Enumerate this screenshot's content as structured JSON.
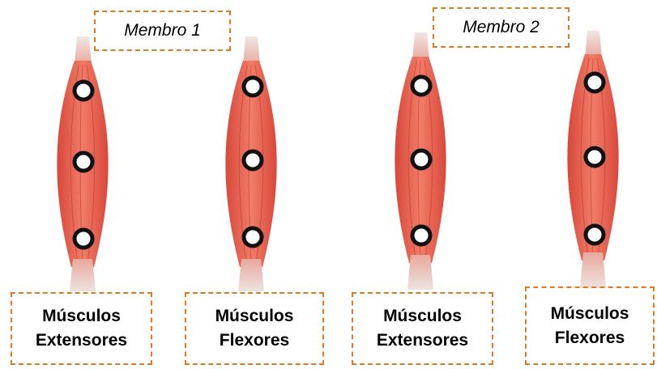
{
  "member_labels": {
    "member1": "Membro 1",
    "member2": "Membro 2"
  },
  "muscles": [
    {
      "line1": "Músculos",
      "line2": "Extensores",
      "electrodes": 3
    },
    {
      "line1": "Músculos",
      "line2": "Flexores",
      "electrodes": 3
    },
    {
      "line1": "Músculos",
      "line2": "Extensores",
      "electrodes": 3
    },
    {
      "line1": "Músculos",
      "line2": "Flexores",
      "electrodes": 3
    }
  ],
  "colors": {
    "muscle_fill": "#E8604A",
    "muscle_stripe": "#C0392B",
    "tendon": "#E6D6D0",
    "electrode_ring": "#111111",
    "electrode_center": "#ffffff",
    "dashed_border": "#E07A1F"
  }
}
